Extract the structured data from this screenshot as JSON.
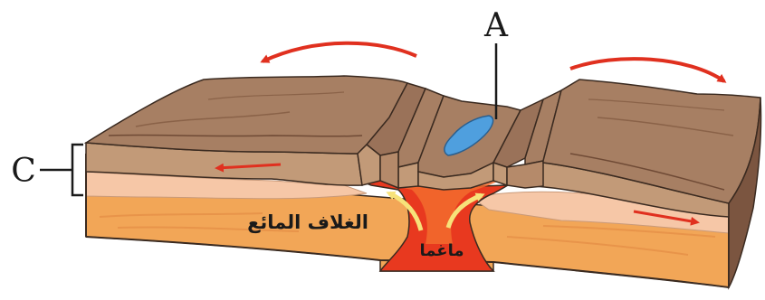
{
  "labels": {
    "a": "A",
    "c": "C",
    "mantle": "الغلاف المائع",
    "magma": "ماغما"
  },
  "colors": {
    "crust_top": "#a77f63",
    "crust_side": "#c29a78",
    "crust_dark": "#7b5540",
    "lithosphere": "#f6c7a7",
    "mantle": "#f2a657",
    "magma": "#e8391f",
    "magma_light": "#f26c2e",
    "water": "#4f9fde",
    "arrow": "#e0301f",
    "flow": "#f7e27a"
  }
}
